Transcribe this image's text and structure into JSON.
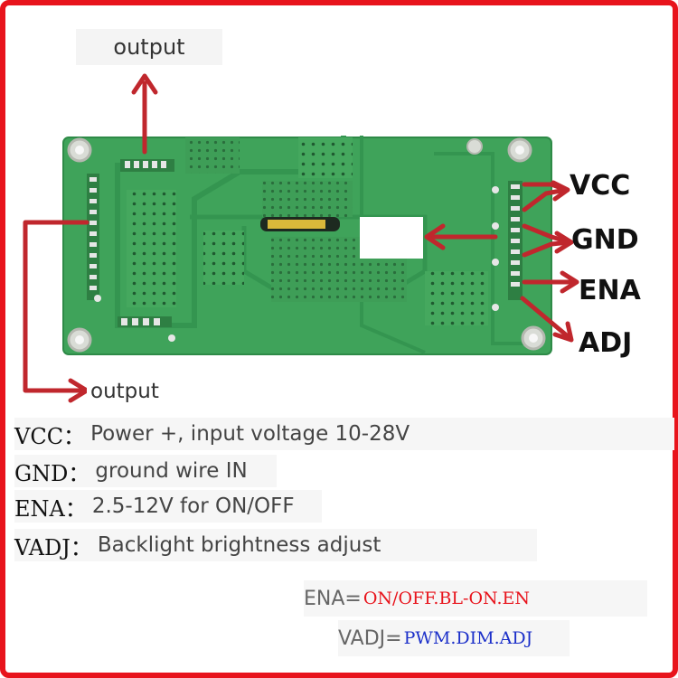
{
  "labels": {
    "output_top": "output",
    "output_bottom": "output",
    "pins": {
      "vcc": "VCC",
      "gnd": "GND",
      "ena": "ENA",
      "adj": "ADJ"
    }
  },
  "descriptions": [
    {
      "key": "VCC：",
      "text": "Power +, input voltage 10-28V"
    },
    {
      "key": "GND：",
      "text": "ground wire IN"
    },
    {
      "key": "ENA：",
      "text": "2.5-12V for ON/OFF"
    },
    {
      "key": "VADJ：",
      "text": "Backlight brightness  adjust"
    }
  ],
  "notes": {
    "ena": {
      "key": "ENA=",
      "value": "ON/OFF.BL-ON.EN"
    },
    "vadj": {
      "key": "VADJ=",
      "value": "PWM.DIM.ADJ"
    }
  },
  "colors": {
    "frame": "#e8141c",
    "arrow": "#c0272d",
    "pcb": "#3fa35a",
    "pcb_dark": "#2e8a47",
    "note_red": "#e8141c",
    "note_blue": "#1b2fc9"
  }
}
